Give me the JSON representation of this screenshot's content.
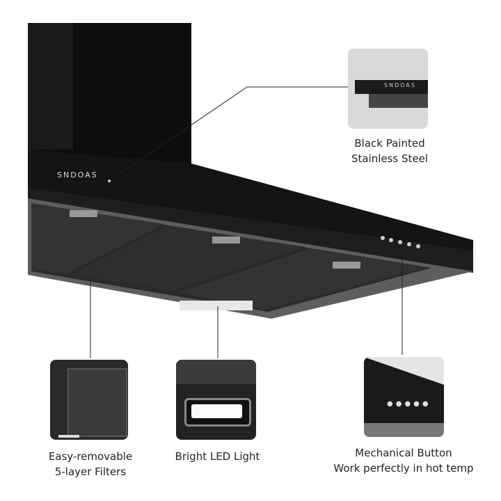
{
  "brand": "SNDOAS",
  "features": [
    {
      "line1": "Black Painted",
      "line2": "Stainless Steel"
    },
    {
      "line1": "Easy-removable",
      "line2": "5-layer Filters"
    },
    {
      "line1": "Bright LED Light",
      "line2": ""
    },
    {
      "line1": "Mechanical Button",
      "line2": "Work perfectly in hot temp"
    }
  ],
  "colors": {
    "hood": "#111111",
    "steel": "#6a6a6a",
    "thumb_bg": "#d9d9d9"
  }
}
